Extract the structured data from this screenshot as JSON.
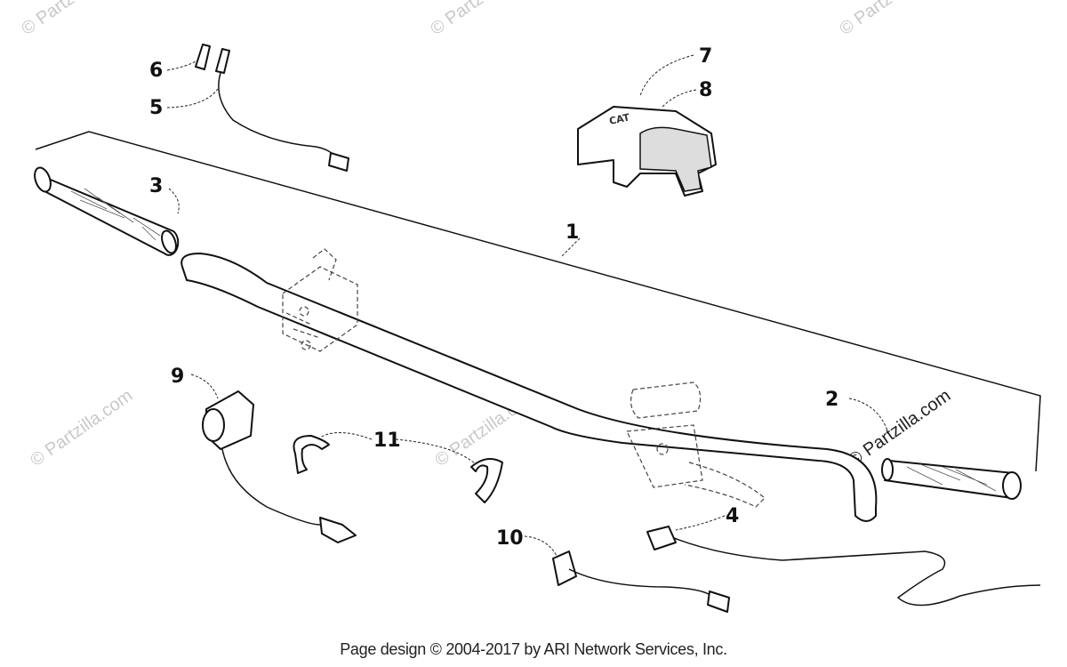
{
  "callouts": [
    "1",
    "2",
    "3",
    "4",
    "5",
    "6",
    "7",
    "8",
    "9",
    "10",
    "11"
  ],
  "watermark": {
    "text": "© Partzilla.com",
    "corner_text": "© Partz"
  },
  "footer": {
    "text": "Page design © 2004-2017 by ARI Network Services, Inc."
  }
}
